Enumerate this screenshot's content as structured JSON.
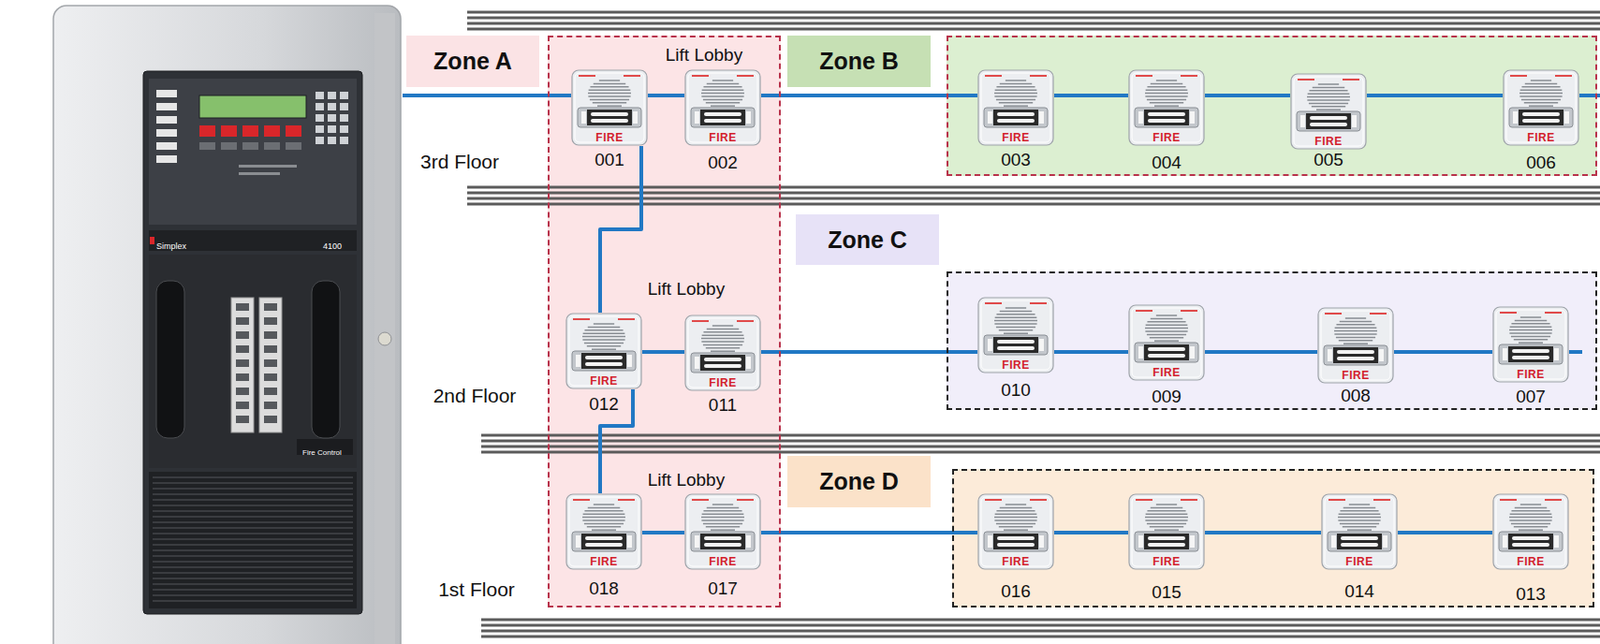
{
  "diagram": {
    "nodes": [
      {
        "text": [
          "Simplex",
          "4100",
          "Fire Control"
        ]
      },
      {
        "text": [
          "Zone A"
        ]
      },
      {
        "text": [
          "FIRE",
          "001"
        ],
        "in": 1
      },
      {
        "text": [
          "FIRE",
          "002"
        ],
        "in": 1
      },
      {
        "text": [
          "FIRE",
          "012"
        ],
        "in": 1
      },
      {
        "text": [
          "FIRE",
          "011"
        ],
        "in": 1
      },
      {
        "text": [
          "FIRE",
          "018"
        ],
        "in": 1
      },
      {
        "text": [
          "FIRE",
          "017"
        ],
        "in": 1
      },
      {
        "text": [
          "Zone B"
        ]
      },
      {
        "text": [
          "FIRE",
          "003"
        ],
        "in": 8
      },
      {
        "text": [
          "FIRE",
          "004"
        ],
        "in": 8
      },
      {
        "text": [
          "FIRE",
          "005"
        ],
        "in": 8
      },
      {
        "text": [
          "FIRE",
          "006"
        ],
        "in": 8
      },
      {
        "text": [
          "Zone C"
        ]
      },
      {
        "text": [
          "FIRE",
          "010"
        ],
        "in": 13
      },
      {
        "text": [
          "FIRE",
          "009"
        ],
        "in": 13
      },
      {
        "text": [
          "FIRE",
          "008"
        ],
        "in": 13
      },
      {
        "text": [
          "FIRE",
          "007"
        ],
        "in": 13
      },
      {
        "text": [
          "Zone D"
        ]
      },
      {
        "text": [
          "FIRE",
          "016"
        ],
        "in": 18
      },
      {
        "text": [
          "FIRE",
          "015"
        ],
        "in": 18
      },
      {
        "text": [
          "FIRE",
          "014"
        ],
        "in": 18
      },
      {
        "text": [
          "FIRE",
          "013"
        ],
        "in": 18
      }
    ],
    "edges": [
      {
        "from": 0,
        "to": 2,
        "arrow": "none"
      },
      {
        "from": 2,
        "to": 3,
        "arrow": "none"
      },
      {
        "from": 3,
        "to": 9,
        "arrow": "none"
      },
      {
        "from": 9,
        "to": 10,
        "arrow": "none"
      },
      {
        "from": 10,
        "to": 11,
        "arrow": "none"
      },
      {
        "from": 11,
        "to": 12,
        "arrow": "none"
      },
      {
        "from": 2,
        "to": 4,
        "arrow": "none"
      },
      {
        "from": 4,
        "to": 5,
        "arrow": "none"
      },
      {
        "from": 5,
        "to": 14,
        "arrow": "none"
      },
      {
        "from": 14,
        "to": 15,
        "arrow": "none"
      },
      {
        "from": 15,
        "to": 16,
        "arrow": "none"
      },
      {
        "from": 16,
        "to": 17,
        "arrow": "none"
      },
      {
        "from": 4,
        "to": 6,
        "arrow": "none"
      },
      {
        "from": 6,
        "to": 7,
        "arrow": "none"
      },
      {
        "from": 7,
        "to": 19,
        "arrow": "none"
      },
      {
        "from": 19,
        "to": 20,
        "arrow": "none"
      },
      {
        "from": 20,
        "to": 21,
        "arrow": "none"
      },
      {
        "from": 21,
        "to": 22,
        "arrow": "none"
      }
    ],
    "labels": [
      "3rd Floor",
      "2nd Floor",
      "1st Floor",
      "Lift Lobby",
      "Lift Lobby",
      "Lift Lobby"
    ]
  }
}
